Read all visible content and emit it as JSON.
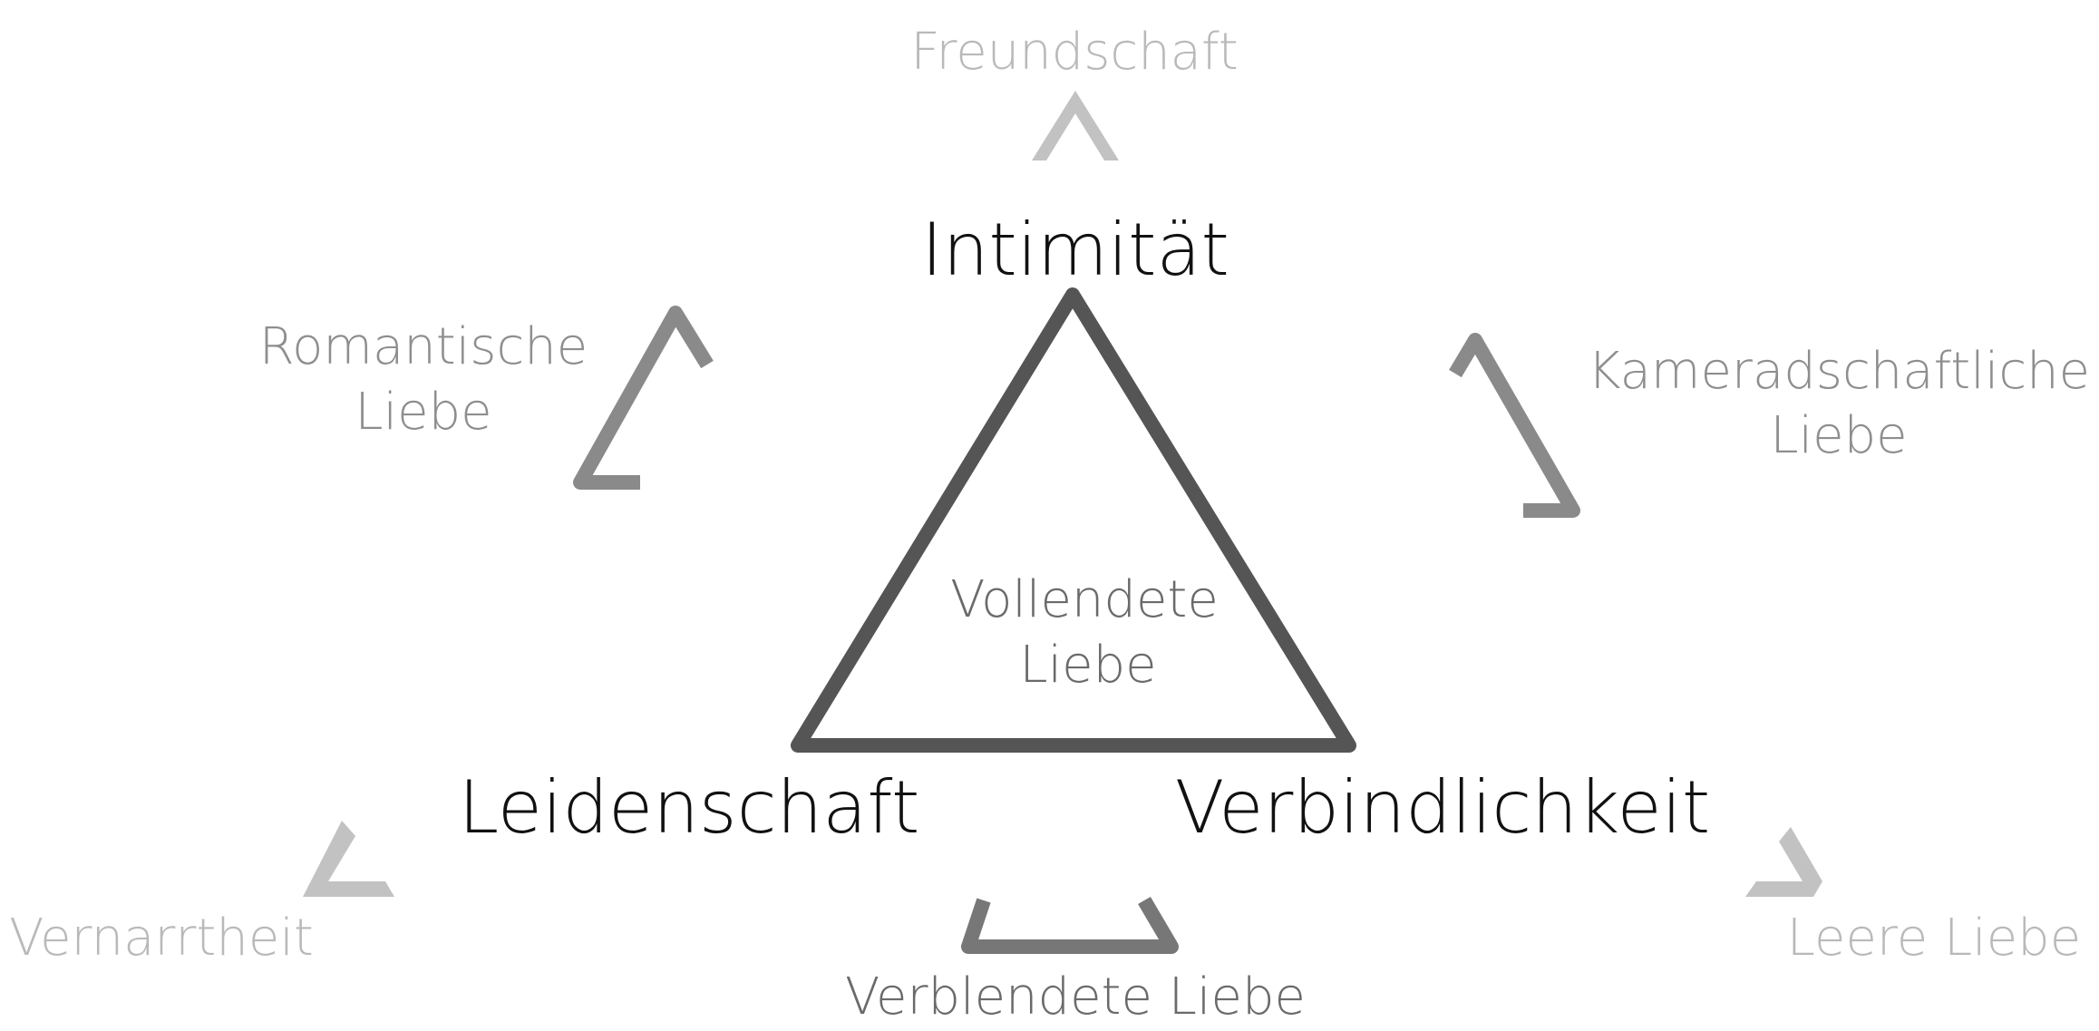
{
  "components": {
    "intimacy": "Intimität",
    "passion": "Leidenschaft",
    "commitment": "Verbindlichkeit"
  },
  "center": {
    "line1": "Vollendete",
    "line2": "Liebe"
  },
  "types": {
    "liking": "Freundschaft",
    "romantic_line1": "Romantische",
    "romantic_line2": "Liebe",
    "companionate_line1": "Kameradschaftliche",
    "companionate_line2": "Liebe",
    "infatuation": "Vernarrtheit",
    "fatuous": "Verblendete Liebe",
    "empty": "Leere Liebe"
  },
  "colors": {
    "triangle": "#555555",
    "dark_fragment": "#777777",
    "mid_fragment": "#8a8a8a",
    "light_fragment": "#c2c2c2",
    "main_text": "#111111"
  }
}
